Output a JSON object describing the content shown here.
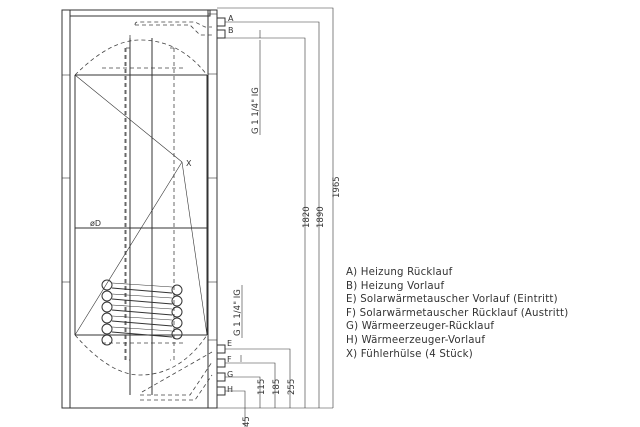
{
  "drawing": {
    "connections": [
      "A",
      "B",
      "E",
      "F",
      "G",
      "H"
    ],
    "sensor_label": "X",
    "diameter_label": "øD",
    "thread_top": "G 1 1/4\" IG",
    "thread_bottom": "G 1 1/4\" IG",
    "dimensions": {
      "h1965": "1965",
      "h1890": "1890",
      "h1820": "1820",
      "h255": "255",
      "h185": "185",
      "h115": "115",
      "h45": "45"
    }
  },
  "legend": [
    "A) Heizung Rücklauf",
    "B) Heizung Vorlauf",
    "E) Solarwärmetauscher Vorlauf (Eintritt)",
    "F) Solarwärmetauscher Rücklauf (Austritt)",
    "G) Wärmeerzeuger-Rücklauf",
    "H) Wärmeerzeuger-Vorlauf",
    "X) Fühlerhülse (4 Stück)"
  ]
}
